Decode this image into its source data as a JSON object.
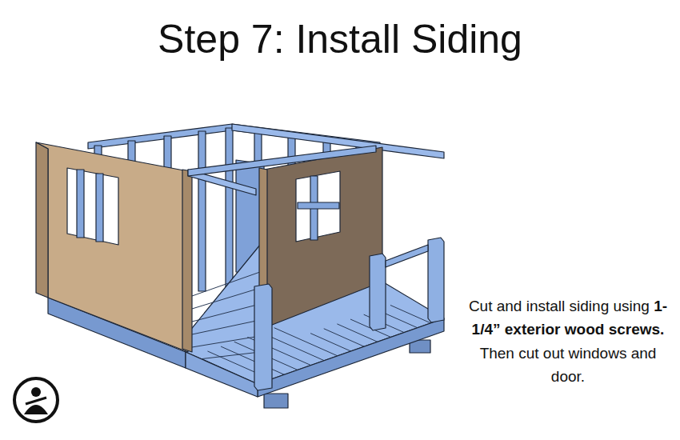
{
  "diagram": {
    "title": "Step 7: Install Siding",
    "labels": [
      "Cut and install siding using",
      "1-1/4” exterior wood screws.",
      "Then cut out windows and door."
    ]
  }
}
